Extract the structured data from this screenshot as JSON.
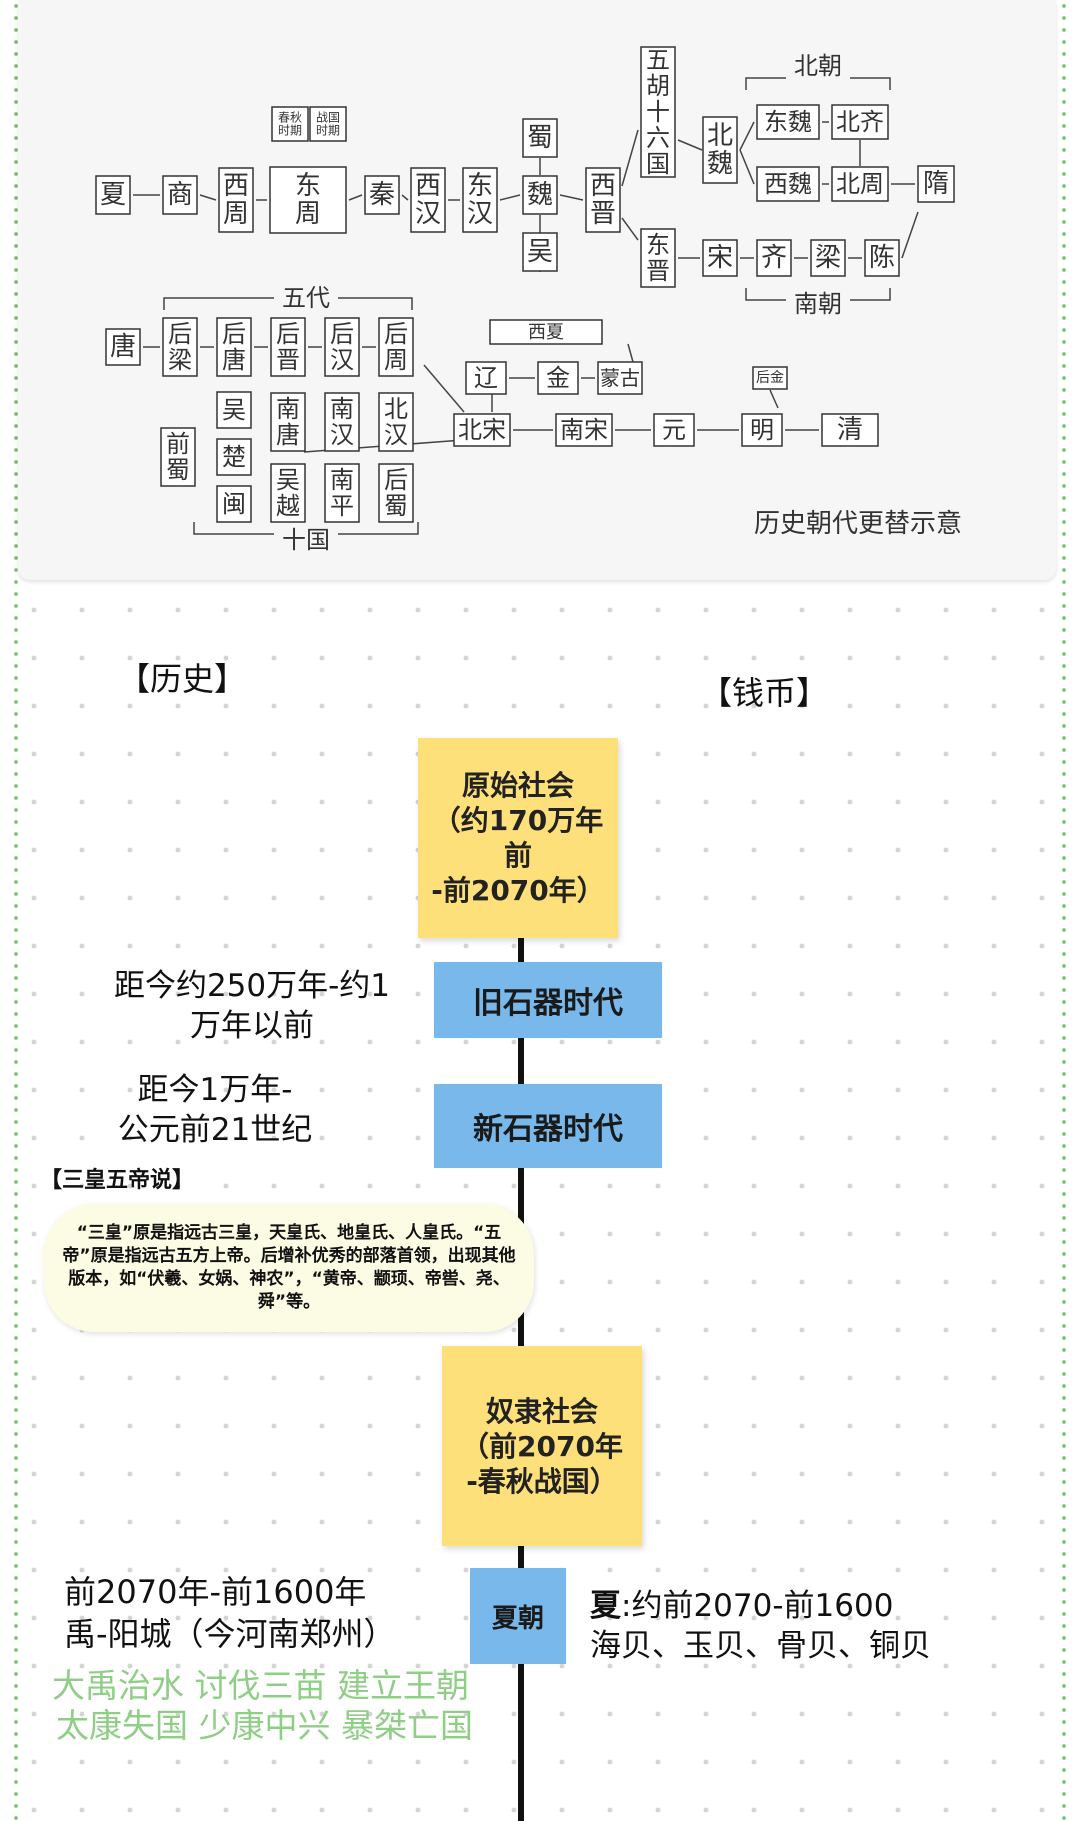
{
  "top_diagram": {
    "caption": "历史朝代更替示意",
    "nodes": [
      {
        "id": "xia",
        "text": "夏"
      },
      {
        "id": "shang",
        "text": "商"
      },
      {
        "id": "xizhou",
        "text": "西周"
      },
      {
        "id": "dongzhou",
        "text": "东周"
      },
      {
        "id": "chunqiu",
        "text": "春秋时期"
      },
      {
        "id": "zhanguo",
        "text": "战国时期"
      },
      {
        "id": "qin",
        "text": "秦"
      },
      {
        "id": "xihan",
        "text": "西汉"
      },
      {
        "id": "donghan",
        "text": "东汉"
      },
      {
        "id": "shu",
        "text": "蜀"
      },
      {
        "id": "wei",
        "text": "魏"
      },
      {
        "id": "wu",
        "text": "吴"
      },
      {
        "id": "xijin",
        "text": "西晋"
      },
      {
        "id": "wuhu",
        "text": "五胡十六国"
      },
      {
        "id": "dongjin",
        "text": "东晋"
      },
      {
        "id": "beiwei",
        "text": "北魏"
      },
      {
        "id": "dongwei",
        "text": "东魏"
      },
      {
        "id": "beiqi",
        "text": "北齐"
      },
      {
        "id": "xiwei",
        "text": "西魏"
      },
      {
        "id": "beizhou",
        "text": "北周"
      },
      {
        "id": "sui",
        "text": "隋"
      },
      {
        "id": "song",
        "text": "宋"
      },
      {
        "id": "qi",
        "text": "齐"
      },
      {
        "id": "liang",
        "text": "梁"
      },
      {
        "id": "chen",
        "text": "陈"
      },
      {
        "id": "tang",
        "text": "唐"
      },
      {
        "id": "houliang",
        "text": "后梁"
      },
      {
        "id": "houtang",
        "text": "后唐"
      },
      {
        "id": "houjin",
        "text": "后晋"
      },
      {
        "id": "houhan",
        "text": "后汉"
      },
      {
        "id": "houzhou",
        "text": "后周"
      },
      {
        "id": "qianshu",
        "text": "前蜀"
      },
      {
        "id": "wu2",
        "text": "吴"
      },
      {
        "id": "chu",
        "text": "楚"
      },
      {
        "id": "min",
        "text": "闽"
      },
      {
        "id": "nantang",
        "text": "南唐"
      },
      {
        "id": "wuyue",
        "text": "吴越"
      },
      {
        "id": "nanhan",
        "text": "南汉"
      },
      {
        "id": "nanping",
        "text": "南平"
      },
      {
        "id": "beihan",
        "text": "北汉"
      },
      {
        "id": "houshu",
        "text": "后蜀"
      },
      {
        "id": "xixia",
        "text": "西夏"
      },
      {
        "id": "liao",
        "text": "辽"
      },
      {
        "id": "jin",
        "text": "金"
      },
      {
        "id": "menggu",
        "text": "蒙古"
      },
      {
        "id": "beisong",
        "text": "北宋"
      },
      {
        "id": "nansong",
        "text": "南宋"
      },
      {
        "id": "yuan",
        "text": "元"
      },
      {
        "id": "ming",
        "text": "明"
      },
      {
        "id": "houjin2",
        "text": "后金"
      },
      {
        "id": "qing",
        "text": "清"
      }
    ],
    "group_labels": {
      "beichao": "北朝",
      "nanchao": "南朝",
      "wudai": "五代",
      "shiguo": "十国"
    }
  },
  "headings": {
    "history": "【历史】",
    "currency": "【钱币】"
  },
  "timeline": {
    "primitive": {
      "label": "原始社会\n（约170万年\n前\n-前2070年）"
    },
    "paleolithic": {
      "label": "旧石器时代",
      "note": "距今约250万年-约1\n万年以前"
    },
    "neolithic": {
      "label": "新石器时代",
      "note": "距今1万年-\n公元前21世纪"
    },
    "three_sovereigns": {
      "title": "【三皇五帝说】",
      "text": "“三皇”原是指远古三皇，天皇氏、地皇氏、人皇氏。“五帝”原是指远古五方上帝。后增补优秀的部落首领，出现其他版本，如“伏羲、女娲、神农”，“黄帝、颛顼、帝喾、尧、舜”等。"
    },
    "slave": {
      "label": "奴隶社会\n（前2070年\n-春秋战国）"
    },
    "xia": {
      "label": "夏朝",
      "history_line1": "前2070年-前1600年",
      "history_line2": "禹-阳城（今河南郑州）",
      "events_line1": "大禹治水 讨伐三苗 建立王朝",
      "events_line2": "太康失国 少康中兴 暴桀亡国",
      "currency_title": "夏",
      "currency_period": ":约前2070-前1600",
      "currency_items": "海贝、玉贝、骨贝、铜贝"
    }
  },
  "colors": {
    "sticky": "#fde07a",
    "blue": "#79b8ea",
    "green_text": "#8fce85",
    "dots": "#7cc576"
  }
}
